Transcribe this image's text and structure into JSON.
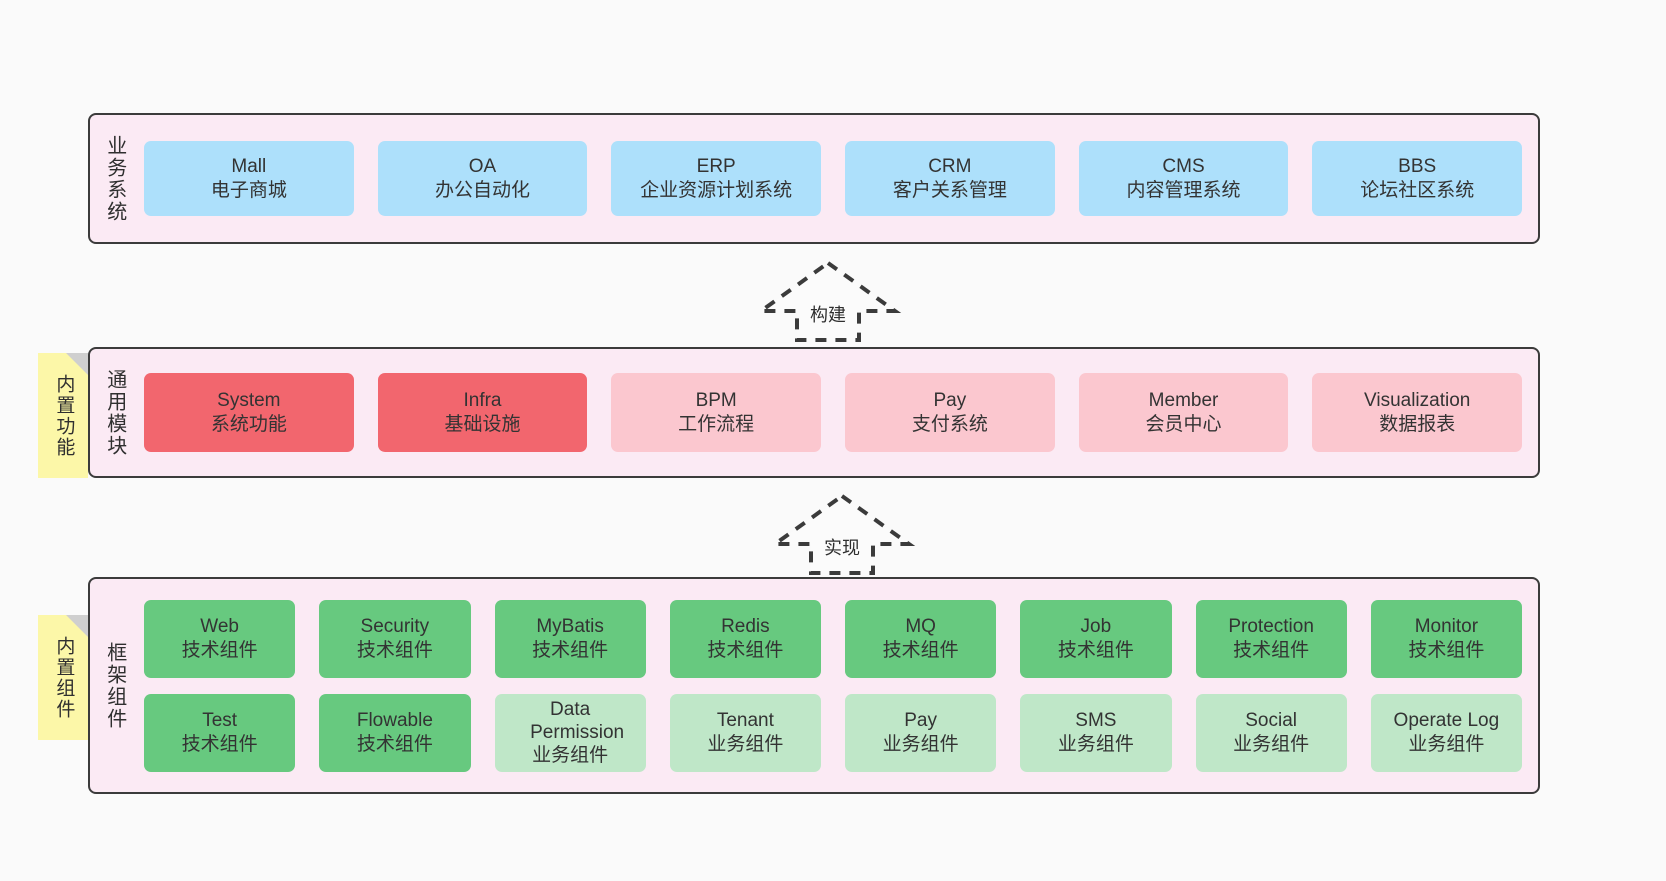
{
  "diagram": {
    "background": "#fafafa",
    "colors": {
      "layer_bg": "#fbeaf4",
      "layer_border": "#3b3b3b",
      "business": "#ade0fb",
      "core_highlight": "#f2666e",
      "core": "#fbc7cf",
      "tech_component": "#67c97f",
      "biz_component": "#bfe7c8",
      "note": "#fcf7a8"
    }
  },
  "layers": {
    "business": {
      "title": "业务系统",
      "cards": [
        {
          "name": "Mall",
          "desc": "电子商城"
        },
        {
          "name": "OA",
          "desc": "办公自动化"
        },
        {
          "name": "ERP",
          "desc": "企业资源计划系统"
        },
        {
          "name": "CRM",
          "desc": "客户关系管理"
        },
        {
          "name": "CMS",
          "desc": "内容管理系统"
        },
        {
          "name": "BBS",
          "desc": "论坛社区系统"
        }
      ]
    },
    "common": {
      "title": "通用模块",
      "note": "内置功能",
      "cards": [
        {
          "name": "System",
          "desc": "系统功能",
          "style": "c-red"
        },
        {
          "name": "Infra",
          "desc": "基础设施",
          "style": "c-red"
        },
        {
          "name": "BPM",
          "desc": "工作流程",
          "style": "c-pink"
        },
        {
          "name": "Pay",
          "desc": "支付系统",
          "style": "c-pink"
        },
        {
          "name": "Member",
          "desc": "会员中心",
          "style": "c-pink"
        },
        {
          "name": "Visualization",
          "desc": "数据报表",
          "style": "c-pink"
        }
      ]
    },
    "framework": {
      "title": "框架组件",
      "note": "内置组件",
      "row1": [
        {
          "name": "Web",
          "desc": "技术组件"
        },
        {
          "name": "Security",
          "desc": "技术组件"
        },
        {
          "name": "MyBatis",
          "desc": "技术组件"
        },
        {
          "name": "Redis",
          "desc": "技术组件"
        },
        {
          "name": "MQ",
          "desc": "技术组件"
        },
        {
          "name": "Job",
          "desc": "技术组件"
        },
        {
          "name": "Protection",
          "desc": "技术组件"
        },
        {
          "name": "Monitor",
          "desc": "技术组件"
        }
      ],
      "row2": [
        {
          "name": "Test",
          "desc": "技术组件",
          "style": "c-green"
        },
        {
          "name": "Flowable",
          "desc": "技术组件",
          "style": "c-green"
        },
        {
          "name": "Data Permission",
          "desc": "业务组件",
          "style": "c-greenlight"
        },
        {
          "name": "Tenant",
          "desc": "业务组件",
          "style": "c-greenlight"
        },
        {
          "name": "Pay",
          "desc": "业务组件",
          "style": "c-greenlight"
        },
        {
          "name": "SMS",
          "desc": "业务组件",
          "style": "c-greenlight"
        },
        {
          "name": "Social",
          "desc": "业务组件",
          "style": "c-greenlight"
        },
        {
          "name": "Operate Log",
          "desc": "业务组件",
          "style": "c-greenlight"
        }
      ]
    }
  },
  "connectors": [
    {
      "label": "构建",
      "from": "通用模块",
      "to": "业务系统"
    },
    {
      "label": "实现",
      "from": "框架组件",
      "to": "通用模块"
    }
  ]
}
